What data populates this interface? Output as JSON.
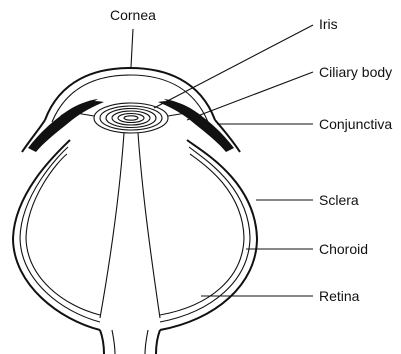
{
  "diagram": {
    "labels": {
      "cornea": "Cornea",
      "iris": "Iris",
      "ciliary_body": "Ciliary body",
      "conjunctiva": "Conjunctiva",
      "sclera": "Sclera",
      "choroid": "Choroid",
      "retina": "Retina"
    }
  }
}
